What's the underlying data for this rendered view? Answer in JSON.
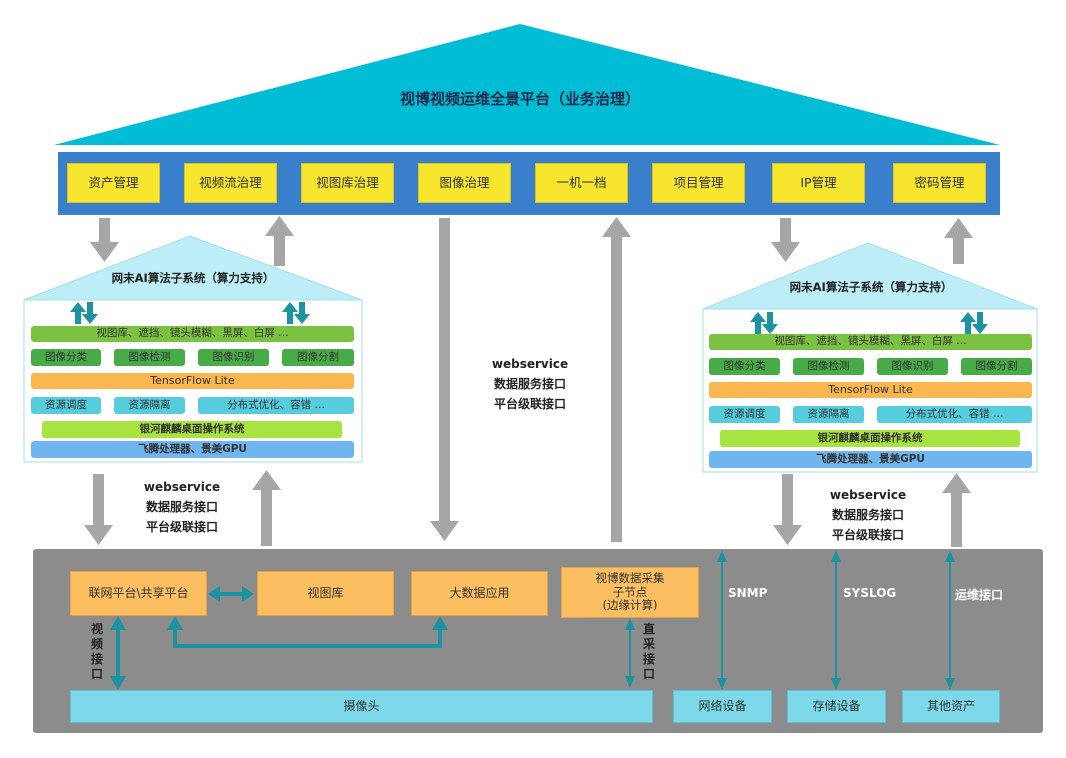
{
  "platform": {
    "title": "视博视频运维全景平台（业务治理）"
  },
  "modules": [
    "资产管理",
    "视频流治理",
    "视图库治理",
    "图像治理",
    "一机一档",
    "项目管理",
    "IP管理",
    "密码管理"
  ],
  "ai_subsystem": {
    "title": "网未AI算法子系统（算力支持）",
    "row1": "视图库、遮挡、镜头模糊、黑屏、白屏  …",
    "row2": [
      "图像分类",
      "图像检测",
      "图像识别",
      "图像分割"
    ],
    "row3": "TensorFlow Lite",
    "row4": [
      "资源调度",
      "资源隔离",
      "分布式优化、容错    …"
    ],
    "row5": "银河麒麟桌面操作系统",
    "row6": "飞腾处理器、景美GPU"
  },
  "interfaces": {
    "line1": "webservice",
    "line2": "数据服务接口",
    "line3": "平台级联接口"
  },
  "bottom": {
    "share_platform": "联网平台\\共享平台",
    "view_lib": "视图库",
    "big_data": "大数据应用",
    "collect_node_line1": "视博数据采集",
    "collect_node_line2": "子节点",
    "collect_node_line3": "(边缘计算)",
    "camera": "摄像头",
    "video_if": "视频接口",
    "direct_if": "直采接口",
    "snmp": "SNMP",
    "syslog": "SYSLOG",
    "ops_if": "运维接口",
    "net_dev": "网络设备",
    "storage_dev": "存储设备",
    "other_assets": "其他资产"
  },
  "colors": {
    "roof": "#00bcd4",
    "module_bar": "#3a7fcc",
    "module": "#f7e52e",
    "bottom_panel": "#8c8c8c",
    "arrow_gray": "#a6a6a6",
    "arrow_teal": "#1c93a0"
  }
}
